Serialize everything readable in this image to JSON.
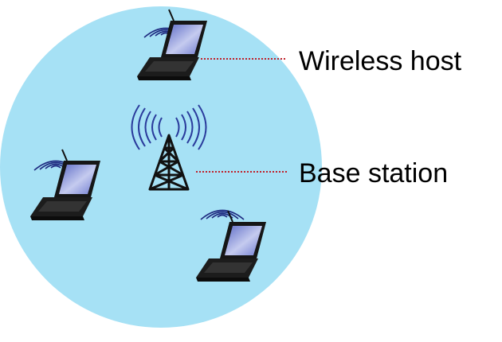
{
  "diagram": {
    "labels": {
      "wireless_host": "Wireless host",
      "base_station": "Base station"
    },
    "colors": {
      "coverage_area": "#a6e1f5",
      "leader_line": "#c0202a",
      "signal_waves": "#2a3b9c",
      "tower": "#111111",
      "laptop_body": "#1a1a1a",
      "laptop_screen": "#8a96d8"
    },
    "nodes": [
      {
        "id": "host-top",
        "type": "wireless-host",
        "icon": "laptop-icon",
        "labeled": true
      },
      {
        "id": "base-station",
        "type": "base-station",
        "icon": "cell-tower-icon",
        "labeled": true
      },
      {
        "id": "host-left",
        "type": "wireless-host",
        "icon": "laptop-icon",
        "labeled": false
      },
      {
        "id": "host-bottom",
        "type": "wireless-host",
        "icon": "laptop-icon",
        "labeled": false
      }
    ]
  }
}
